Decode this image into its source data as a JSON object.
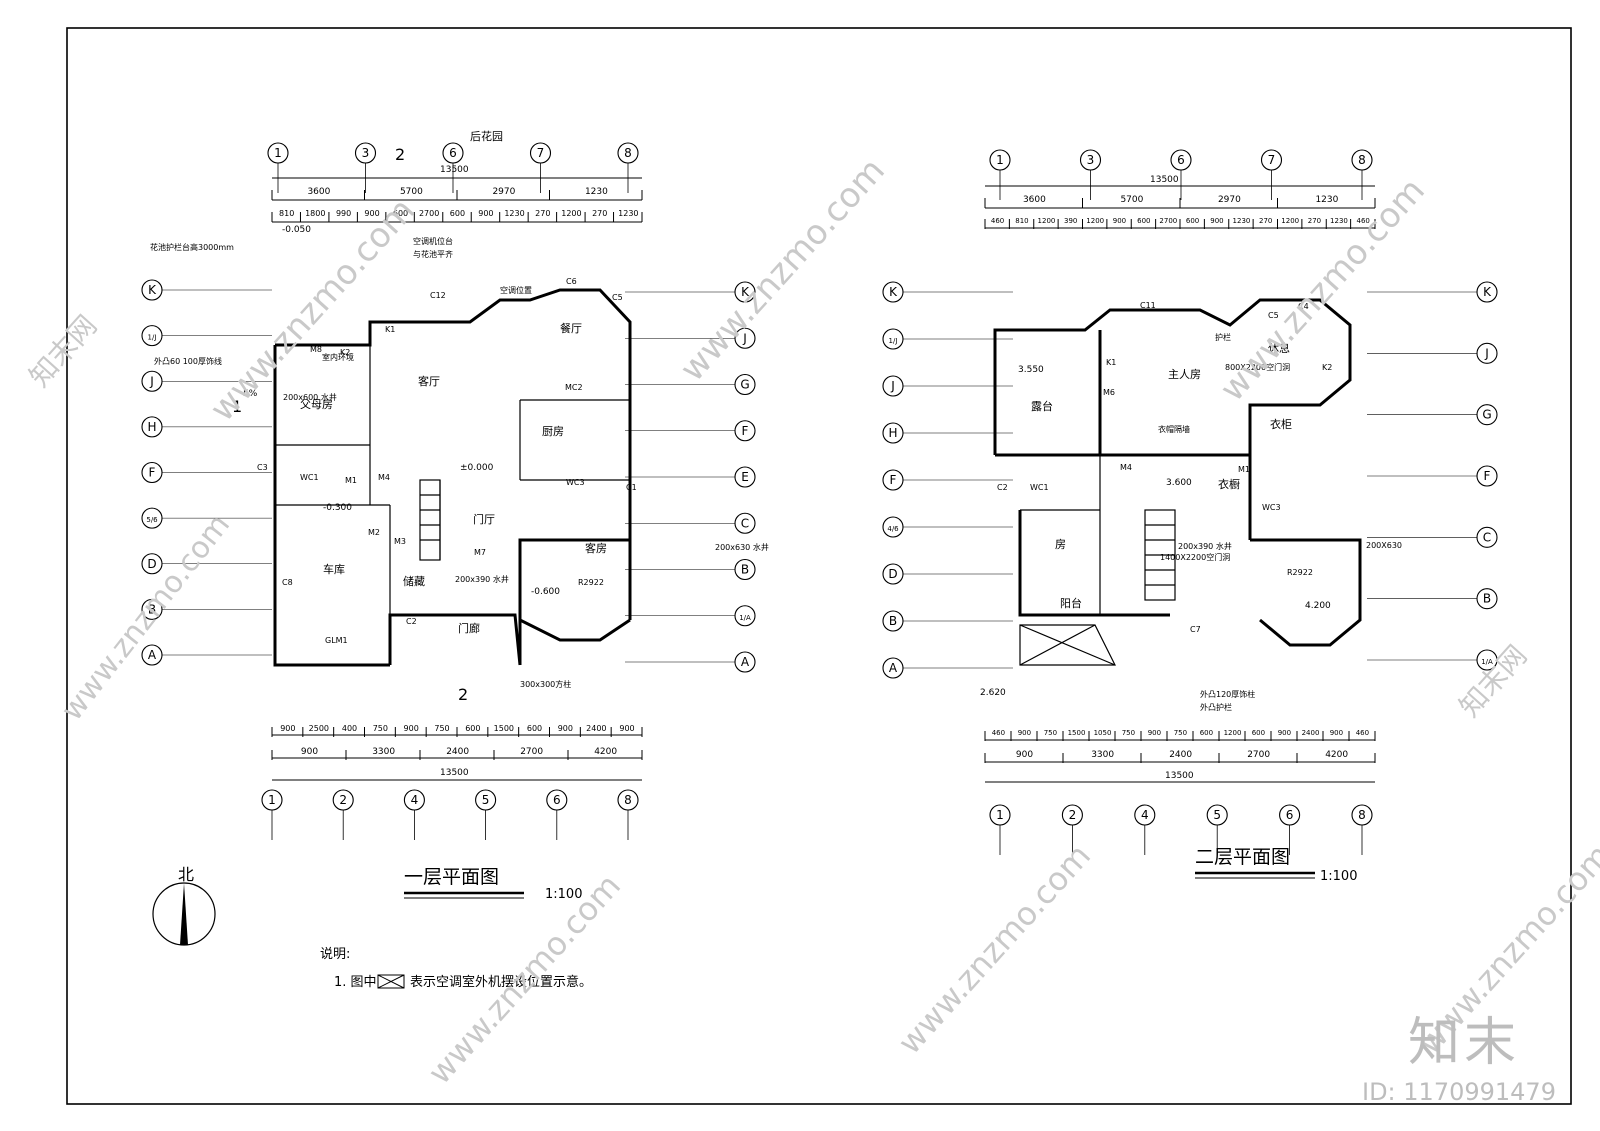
{
  "floor1": {
    "title": "一层平面图",
    "scale": "1:100",
    "top_label": "后花园",
    "overall": "13500",
    "top_seg1": [
      "3600",
      "5700",
      "2970",
      "1230"
    ],
    "top_seg2": [
      "810",
      "1800",
      "990",
      "900",
      "600",
      "2700",
      "600",
      "900",
      "1230",
      "270",
      "1200",
      "270",
      "1230"
    ],
    "top_axes": [
      "1",
      "3",
      "6",
      "7",
      "8"
    ],
    "bottom_axes": [
      "1",
      "2",
      "4",
      "5",
      "6",
      "8"
    ],
    "bottom_seg1": [
      "900",
      "2500",
      "400",
      "750",
      "900",
      "750",
      "600",
      "1500",
      "600",
      "900",
      "2400",
      "900"
    ],
    "bottom_seg2": [
      "900",
      "3300",
      "2400",
      "2700",
      "4200"
    ],
    "left_axes": [
      "K",
      "1/J",
      "J",
      "H",
      "F",
      "5/6",
      "D",
      "B",
      "A"
    ],
    "right_axes": [
      "K",
      "J",
      "G",
      "F",
      "E",
      "C",
      "B",
      "1/A",
      "A"
    ],
    "rooms": [
      "客厅",
      "父母房",
      "厨房",
      "餐厅",
      "客房",
      "车库",
      "储藏",
      "门廊",
      "门厅"
    ],
    "labels": [
      "M8",
      "K2",
      "K1",
      "C12",
      "C6",
      "C5",
      "C3",
      "C8",
      "C2",
      "C1",
      "GLM1",
      "M1",
      "M2",
      "M3",
      "M4",
      "M7",
      "MC2",
      "WC1",
      "WC3",
      "R2922",
      "200x600 水井",
      "200x630 水井",
      "200x390 水井",
      "300x300方柱",
      "外凸60 100厚饰线",
      "花池护栏台高3000mm",
      "空调机位台",
      "与花池平齐",
      "室内环境",
      "空调位置"
    ],
    "levels": [
      "-0.050",
      "-0.300",
      "±0.000",
      "-0.600",
      "5%"
    ],
    "section": "2"
  },
  "floor2": {
    "title": "二层平面图",
    "scale": "1:100",
    "overall": "13500",
    "top_seg1": [
      "3600",
      "5700",
      "2970",
      "1230"
    ],
    "top_seg2": [
      "460",
      "810",
      "1200",
      "390",
      "1200",
      "900",
      "600",
      "2700",
      "600",
      "900",
      "1230",
      "270",
      "1200",
      "270",
      "1230",
      "460"
    ],
    "top_axes": [
      "1",
      "3",
      "6",
      "7",
      "8"
    ],
    "bottom_axes": [
      "1",
      "2",
      "4",
      "5",
      "6",
      "8"
    ],
    "bottom_seg1": [
      "460",
      "900",
      "750",
      "1500",
      "1050",
      "750",
      "900",
      "750",
      "600",
      "1200",
      "600",
      "900",
      "2400",
      "900",
      "460"
    ],
    "bottom_seg2": [
      "900",
      "3300",
      "2400",
      "2700",
      "4200"
    ],
    "left_axes": [
      "K",
      "1/J",
      "J",
      "H",
      "F",
      "4/6",
      "D",
      "B",
      "A"
    ],
    "right_axes": [
      "K",
      "J",
      "G",
      "F",
      "C",
      "B",
      "1/A"
    ],
    "rooms": [
      "主人房",
      "休息",
      "露台",
      "衣橱",
      "衣柜",
      "房",
      "阳台"
    ],
    "labels": [
      "衣帽隔墙",
      "K1",
      "K2",
      "C11",
      "C4",
      "C5",
      "C2",
      "C7",
      "M1",
      "M4",
      "M6",
      "WC1",
      "WC3",
      "R2922",
      "800X2200空门洞",
      "1400X2200空门洞",
      "200x390 水井",
      "200X630",
      "外凸120厚饰柱",
      "外凸护栏",
      "护栏"
    ],
    "levels": [
      "3.550",
      "3.600",
      "4.200",
      "2.620"
    ]
  },
  "notes": {
    "title": "说明:",
    "item": "1. 图中",
    "item_tail": "表示空调室外机摆设位置示意。"
  },
  "north": {
    "label": "北"
  },
  "watermarks": {
    "site": "www.znzmo.com",
    "brand": "知末网"
  },
  "brand": {
    "logo": "知末",
    "id": "ID: 1170991479"
  }
}
